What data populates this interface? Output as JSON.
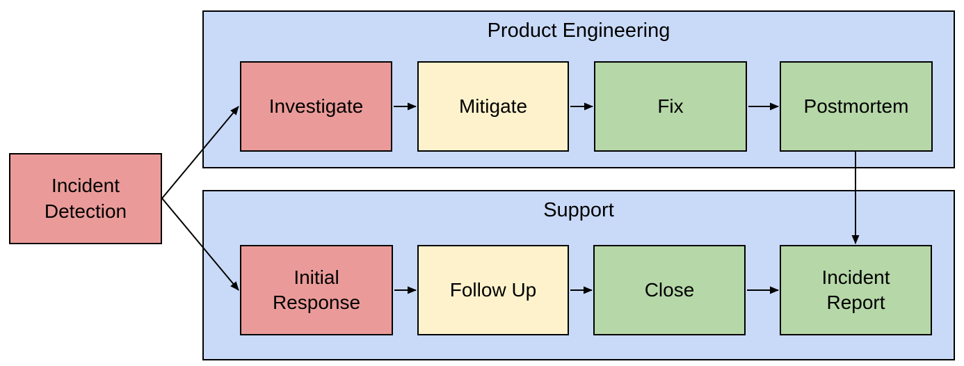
{
  "diagram": {
    "type": "flowchart",
    "colors": {
      "red": "#ea9b99",
      "yellow": "#fdf2cc",
      "green": "#b6d7a8",
      "lane_blue": "#c9daf8",
      "border": "#000000",
      "text": "#000000",
      "background": "#ffffff"
    },
    "start_node": {
      "id": "incident-detection",
      "label": "Incident Detection",
      "color": "red"
    },
    "lanes": [
      {
        "id": "product-engineering",
        "title": "Product Engineering",
        "nodes": [
          {
            "id": "investigate",
            "label": "Investigate",
            "color": "red"
          },
          {
            "id": "mitigate",
            "label": "Mitigate",
            "color": "yellow"
          },
          {
            "id": "fix",
            "label": "Fix",
            "color": "green"
          },
          {
            "id": "postmortem",
            "label": "Postmortem",
            "color": "green"
          }
        ]
      },
      {
        "id": "support",
        "title": "Support",
        "nodes": [
          {
            "id": "initial-response",
            "label": "Initial Response",
            "color": "red"
          },
          {
            "id": "follow-up",
            "label": "Follow Up",
            "color": "yellow"
          },
          {
            "id": "close",
            "label": "Close",
            "color": "green"
          },
          {
            "id": "incident-report",
            "label": "Incident Report",
            "color": "green"
          }
        ]
      }
    ],
    "edges": [
      {
        "from": "incident-detection",
        "to": "investigate"
      },
      {
        "from": "incident-detection",
        "to": "initial-response"
      },
      {
        "from": "investigate",
        "to": "mitigate"
      },
      {
        "from": "mitigate",
        "to": "fix"
      },
      {
        "from": "fix",
        "to": "postmortem"
      },
      {
        "from": "postmortem",
        "to": "incident-report"
      },
      {
        "from": "initial-response",
        "to": "follow-up"
      },
      {
        "from": "follow-up",
        "to": "close"
      },
      {
        "from": "close",
        "to": "incident-report"
      }
    ]
  }
}
